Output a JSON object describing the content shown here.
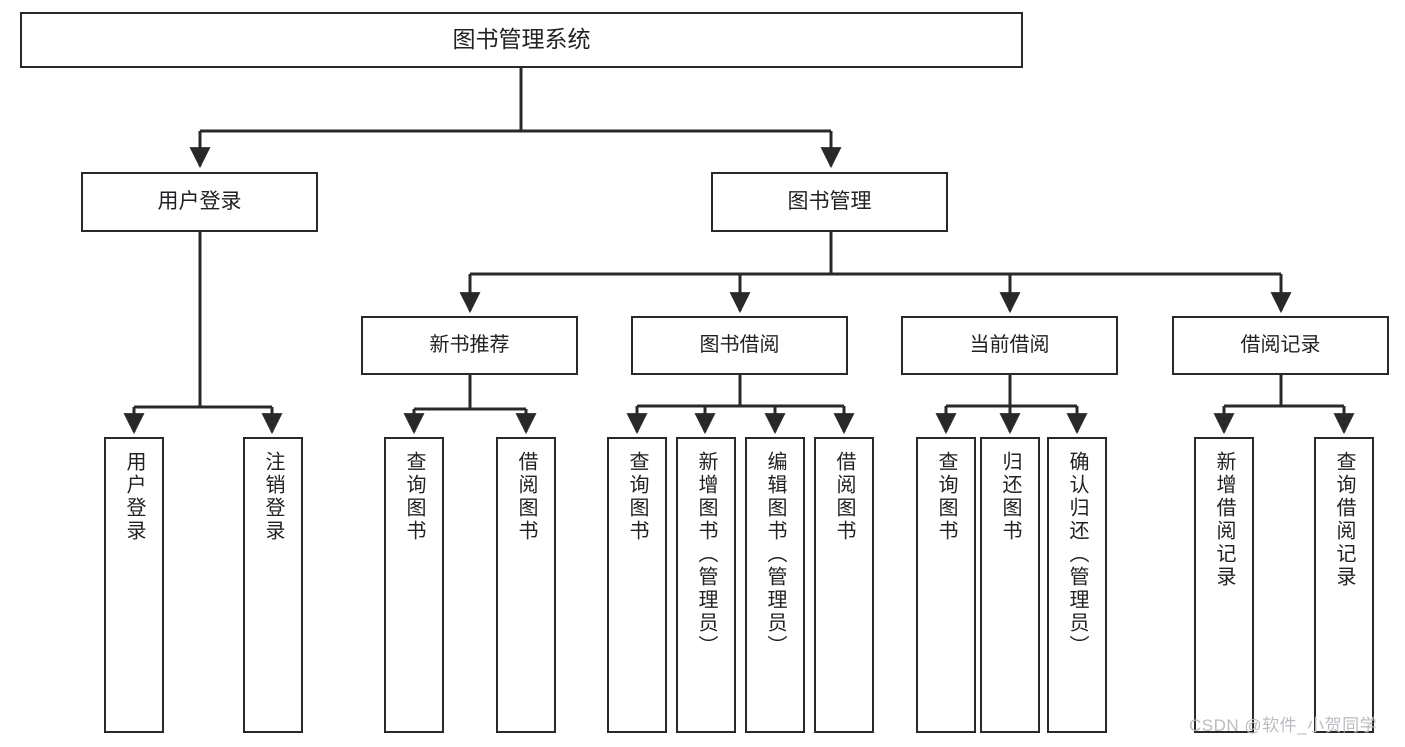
{
  "diagram": {
    "title": "图书管理系统",
    "root": {
      "id": "root",
      "label": "图书管理系统"
    },
    "level2": [
      {
        "id": "user-login",
        "label": "用户登录"
      },
      {
        "id": "book-manage",
        "label": "图书管理"
      }
    ],
    "level3": [
      {
        "id": "new-book-recommend",
        "label": "新书推荐"
      },
      {
        "id": "book-borrow",
        "label": "图书借阅"
      },
      {
        "id": "current-borrow",
        "label": "当前借阅"
      },
      {
        "id": "borrow-record",
        "label": "借阅记录"
      }
    ],
    "leaves": {
      "user_login": [
        {
          "id": "leaf-user-login",
          "label": "用户登录"
        },
        {
          "id": "leaf-logout-login",
          "label": "注销登录"
        }
      ],
      "new_book_recommend": [
        {
          "id": "leaf-query-book-1",
          "label": "查询图书"
        },
        {
          "id": "leaf-borrow-book-1",
          "label": "借阅图书"
        }
      ],
      "book_borrow": [
        {
          "id": "leaf-query-book-2",
          "label": "查询图书"
        },
        {
          "id": "leaf-add-book",
          "label": "新增图书（管理员）"
        },
        {
          "id": "leaf-edit-book",
          "label": "编辑图书（管理员）"
        },
        {
          "id": "leaf-borrow-book-2",
          "label": "借阅图书"
        }
      ],
      "current_borrow": [
        {
          "id": "leaf-query-book-3",
          "label": "查询图书"
        },
        {
          "id": "leaf-return-book",
          "label": "归还图书"
        },
        {
          "id": "leaf-confirm-return",
          "label": "确认归还（管理员）"
        }
      ],
      "borrow_record": [
        {
          "id": "leaf-add-record",
          "label": "新增借阅记录"
        },
        {
          "id": "leaf-query-record",
          "label": "查询借阅记录"
        }
      ]
    }
  },
  "watermark": {
    "text": "CSDN @软件_小贺同学"
  },
  "colors": {
    "border": "#27292b",
    "text": "#1f2124",
    "background": "#ffffff",
    "watermark": "#b9bcc0"
  }
}
